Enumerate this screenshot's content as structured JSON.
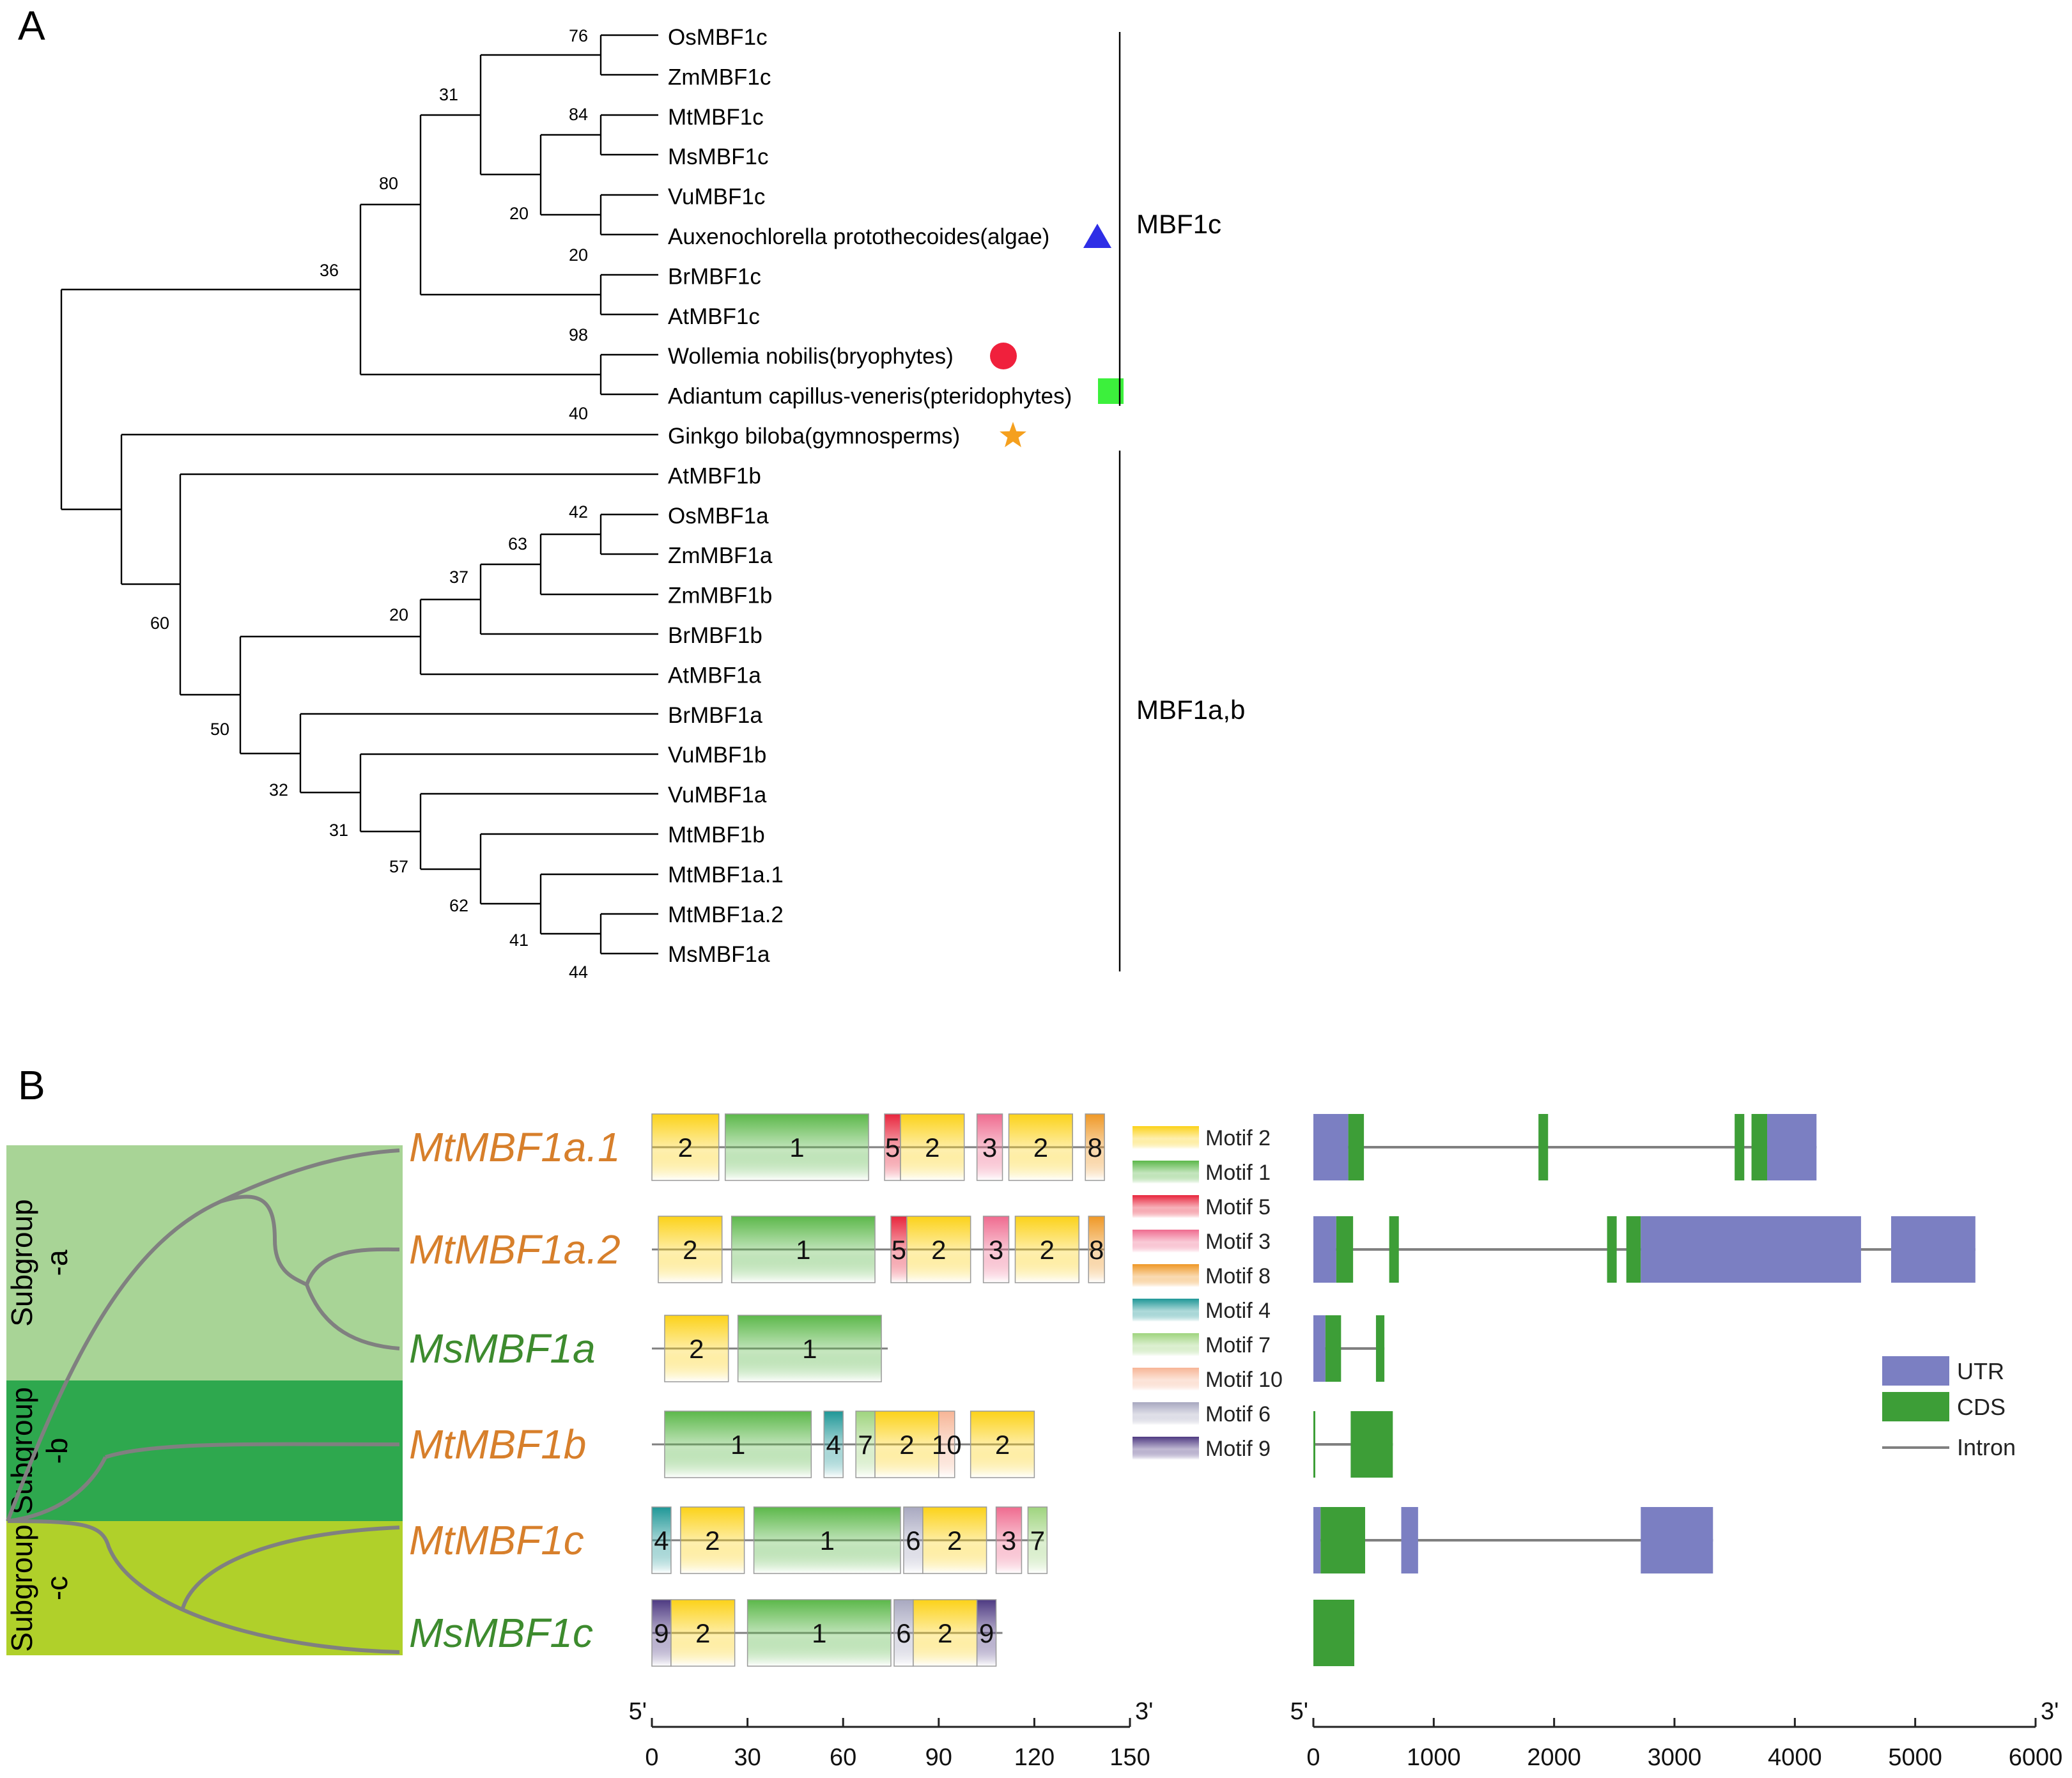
{
  "panels": {
    "a": "A",
    "b": "B"
  },
  "tree_a": {
    "leaves": [
      "OsMBF1c",
      "ZmMBF1c",
      "MtMBF1c",
      "MsMBF1c",
      "VuMBF1c",
      "Auxenochlorella protothecoides(algae)",
      "BrMBF1c",
      "AtMBF1c",
      "Wollemia nobilis(bryophytes)",
      "Adiantum capillus-veneris(pteridophytes)",
      "Ginkgo biloba(gymnosperms)",
      "AtMBF1b",
      "OsMBF1a",
      "ZmMBF1a",
      "ZmMBF1b",
      "BrMBF1b",
      "AtMBF1a",
      "BrMBF1a",
      "VuMBF1b",
      "VuMBF1a",
      "MtMBF1b",
      "MtMBF1a.1",
      "MtMBF1a.2",
      "MsMBF1a"
    ],
    "markers": [
      {
        "leaf": "Auxenochlorella protothecoides(algae)",
        "shape": "triangle",
        "color": "#2e2ee6"
      },
      {
        "leaf": "Wollemia nobilis(bryophytes)",
        "shape": "circle",
        "color": "#f0203c"
      },
      {
        "leaf": "Adiantum capillus-veneris(pteridophytes)",
        "shape": "square",
        "color": "#3cf03c"
      },
      {
        "leaf": "Ginkgo biloba(gymnosperms)",
        "shape": "star",
        "color": "#f5a01e"
      }
    ],
    "bootstrap": [
      "76",
      "31",
      "84",
      "80",
      "20",
      "36",
      "20",
      "98",
      "40",
      "42",
      "63",
      "37",
      "20",
      "60",
      "50",
      "32",
      "31",
      "57",
      "62",
      "41",
      "44"
    ],
    "groups": [
      "MBF1c",
      "MBF1a,b"
    ]
  },
  "panel_b": {
    "subgroups": [
      {
        "line1": "Subgroup",
        "line2": "-a",
        "color": "#a8d496"
      },
      {
        "line1": "Subgroup",
        "line2": "-b",
        "color": "#2ea84e"
      },
      {
        "line1": "Subgroup",
        "line2": "-c",
        "color": "#b0d02a"
      }
    ],
    "genes": [
      {
        "name": "MtMBF1a.1",
        "color": "#d77f2b",
        "len": 142,
        "motifs": [
          {
            "m": "2",
            "s": 0,
            "e": 21
          },
          {
            "m": "1",
            "s": 23,
            "e": 68
          },
          {
            "m": "5",
            "s": 73,
            "e": 78
          },
          {
            "m": "2",
            "s": 78,
            "e": 98
          },
          {
            "m": "3",
            "s": 102,
            "e": 110
          },
          {
            "m": "2",
            "s": 112,
            "e": 132
          },
          {
            "m": "8",
            "s": 136,
            "e": 142
          }
        ],
        "exons": [
          {
            "t": "UTR",
            "s": 0,
            "e": 290
          },
          {
            "t": "CDS",
            "s": 290,
            "e": 420
          },
          {
            "t": "CDS",
            "s": 1870,
            "e": 1950
          },
          {
            "t": "CDS",
            "s": 3500,
            "e": 3580
          },
          {
            "t": "CDS",
            "s": 3640,
            "e": 3770
          },
          {
            "t": "UTR",
            "s": 3770,
            "e": 4180
          }
        ]
      },
      {
        "name": "MtMBF1a.2",
        "color": "#d77f2b",
        "len": 142,
        "motifs": [
          {
            "m": "2",
            "s": 2,
            "e": 22
          },
          {
            "m": "1",
            "s": 25,
            "e": 70
          },
          {
            "m": "5",
            "s": 75,
            "e": 80
          },
          {
            "m": "2",
            "s": 80,
            "e": 100
          },
          {
            "m": "3",
            "s": 104,
            "e": 112
          },
          {
            "m": "2",
            "s": 114,
            "e": 134
          },
          {
            "m": "8",
            "s": 137,
            "e": 142
          }
        ],
        "exons": [
          {
            "t": "UTR",
            "s": 0,
            "e": 190
          },
          {
            "t": "CDS",
            "s": 190,
            "e": 330
          },
          {
            "t": "CDS",
            "s": 630,
            "e": 710
          },
          {
            "t": "CDS",
            "s": 2440,
            "e": 2520
          },
          {
            "t": "CDS",
            "s": 2600,
            "e": 2720
          },
          {
            "t": "UTR",
            "s": 2720,
            "e": 4550
          },
          {
            "t": "UTR",
            "s": 4800,
            "e": 5500
          }
        ]
      },
      {
        "name": "MsMBF1a",
        "color": "#3d8b2e",
        "len": 74,
        "motifs": [
          {
            "m": "2",
            "s": 4,
            "e": 24
          },
          {
            "m": "1",
            "s": 27,
            "e": 72
          }
        ],
        "exons": [
          {
            "t": "UTR",
            "s": 0,
            "e": 100
          },
          {
            "t": "CDS",
            "s": 100,
            "e": 230
          },
          {
            "t": "CDS",
            "s": 520,
            "e": 590
          }
        ]
      },
      {
        "name": "MtMBF1b",
        "color": "#d77f2b",
        "len": 120,
        "motifs": [
          {
            "m": "1",
            "s": 4,
            "e": 50
          },
          {
            "m": "4",
            "s": 54,
            "e": 60
          },
          {
            "m": "7",
            "s": 64,
            "e": 70
          },
          {
            "m": "2",
            "s": 70,
            "e": 90
          },
          {
            "m": "10",
            "s": 90,
            "e": 95
          },
          {
            "m": "2",
            "s": 100,
            "e": 120
          }
        ],
        "exons": [
          {
            "t": "CDS",
            "s": 0,
            "e": 10
          },
          {
            "t": "CDS",
            "s": 310,
            "e": 660
          }
        ]
      },
      {
        "name": "MtMBF1c",
        "color": "#d77f2b",
        "len": 123,
        "motifs": [
          {
            "m": "4",
            "s": 0,
            "e": 6
          },
          {
            "m": "2",
            "s": 9,
            "e": 29
          },
          {
            "m": "1",
            "s": 32,
            "e": 78
          },
          {
            "m": "6",
            "s": 79,
            "e": 85
          },
          {
            "m": "2",
            "s": 85,
            "e": 105
          },
          {
            "m": "3",
            "s": 108,
            "e": 116
          },
          {
            "m": "7",
            "s": 118,
            "e": 124
          }
        ],
        "exons": [
          {
            "t": "UTR",
            "s": 0,
            "e": 60
          },
          {
            "t": "CDS",
            "s": 60,
            "e": 430
          },
          {
            "t": "UTR",
            "s": 730,
            "e": 870
          },
          {
            "t": "UTR",
            "s": 2720,
            "e": 3320
          }
        ]
      },
      {
        "name": "MsMBF1c",
        "color": "#3d8b2e",
        "len": 110,
        "motifs": [
          {
            "m": "9",
            "s": 0,
            "e": 6
          },
          {
            "m": "2",
            "s": 6,
            "e": 26
          },
          {
            "m": "1",
            "s": 30,
            "e": 75
          },
          {
            "m": "6",
            "s": 76,
            "e": 82
          },
          {
            "m": "2",
            "s": 82,
            "e": 102
          },
          {
            "m": "9",
            "s": 102,
            "e": 108
          }
        ],
        "exons": [
          {
            "t": "CDS",
            "s": 0,
            "e": 340
          }
        ]
      }
    ],
    "motif_legend": [
      {
        "label": "Motif 2",
        "color": "#fcd219"
      },
      {
        "label": "Motif 1",
        "color": "#5cb84a"
      },
      {
        "label": "Motif 5",
        "color": "#e8253c"
      },
      {
        "label": "Motif 3",
        "color": "#ef6b8f"
      },
      {
        "label": "Motif 8",
        "color": "#ef9826"
      },
      {
        "label": "Motif 4",
        "color": "#1f9797"
      },
      {
        "label": "Motif 7",
        "color": "#9fd47e"
      },
      {
        "label": "Motif 10",
        "color": "#f7b596"
      },
      {
        "label": "Motif 6",
        "color": "#a8a8c0"
      },
      {
        "label": "Motif 9",
        "color": "#4e3a82"
      }
    ],
    "structure_legend": [
      {
        "label": "UTR",
        "color": "#7b7fc2"
      },
      {
        "label": "CDS",
        "color": "#3d9e37"
      },
      {
        "label": "Intron",
        "color": "#808080"
      }
    ],
    "axis_protein": {
      "min": 0,
      "max": 150,
      "ticks": [
        "0",
        "30",
        "60",
        "90",
        "120",
        "150"
      ],
      "left_label": "5'",
      "right_label": "3'"
    },
    "axis_gene": {
      "min": 0,
      "max": 6000,
      "ticks": [
        "0",
        "1000",
        "2000",
        "3000",
        "4000",
        "5000",
        "6000"
      ],
      "left_label": "5'",
      "right_label": "3'"
    }
  }
}
